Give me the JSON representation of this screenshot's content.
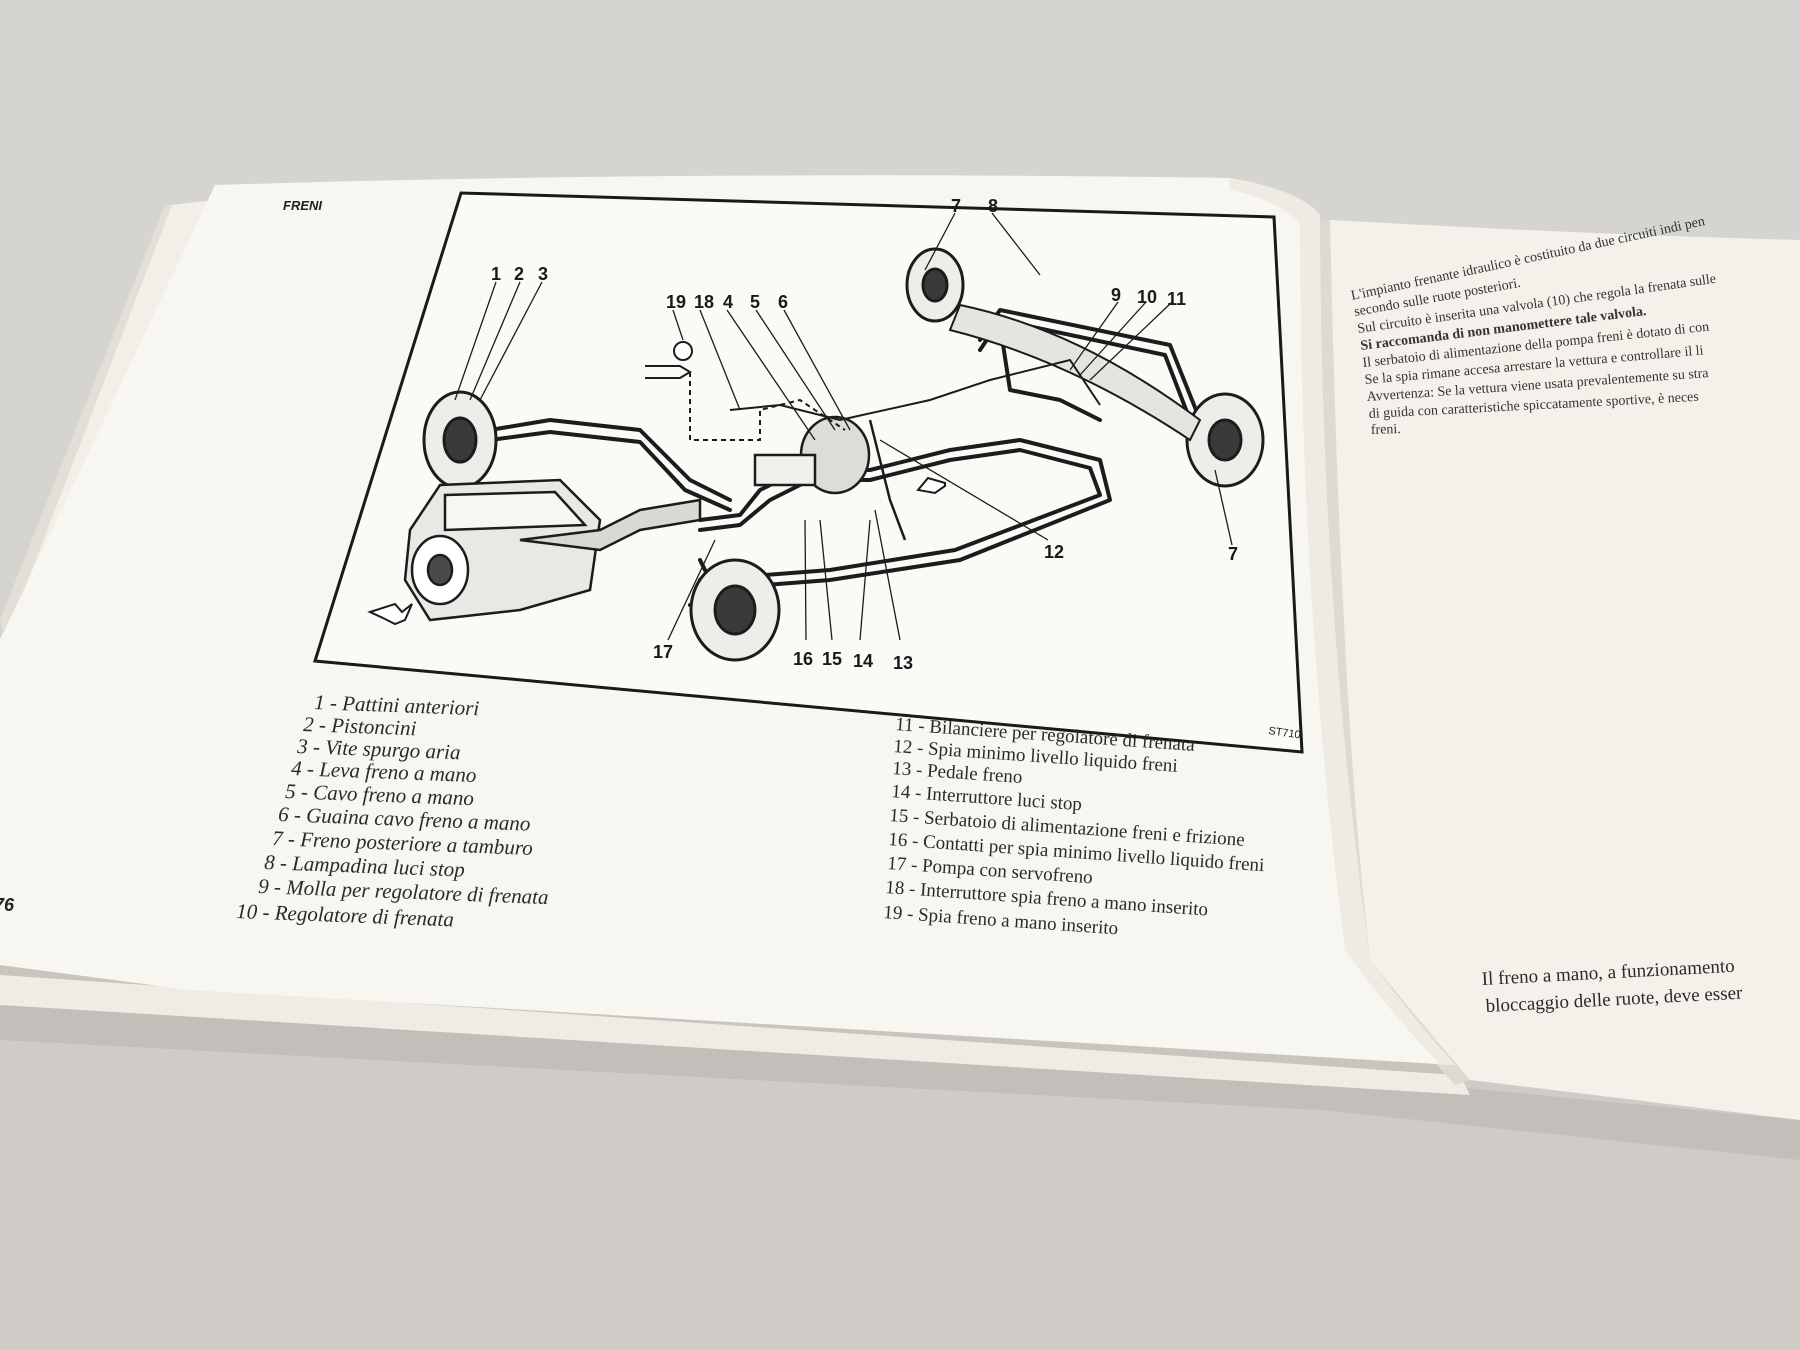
{
  "left_page": {
    "section_title": "FRENI",
    "page_number": "76",
    "figure_code": "ST710",
    "diagram_labels": [
      "1",
      "2",
      "3",
      "19",
      "18",
      "4",
      "5",
      "6",
      "7",
      "8",
      "9",
      "10",
      "11",
      "12",
      "7",
      "17",
      "16",
      "15",
      "14",
      "13"
    ],
    "legend_left": [
      "1 - Pattini anteriori",
      "2 - Pistoncini",
      "3 - Vite spurgo aria",
      "4 - Leva freno a mano",
      "5 - Cavo freno a mano",
      "6 - Guaina cavo freno a mano",
      "7 - Freno posteriore a tamburo",
      "8 - Lampadina luci stop",
      "9 - Molla per regolatore di frenata",
      "10 - Regolatore di frenata"
    ],
    "legend_right": [
      "11 - Bilanciere per regolatore di frenata",
      "12 - Spia minimo livello liquido freni",
      "13 - Pedale freno",
      "14 - Interruttore luci stop",
      "15 - Serbatoio di alimentazione freni e frizione",
      "16 - Contatti per spia minimo livello liquido freni",
      "17 - Pompa con servofreno",
      "18 - Interruttore spia freno a mano inserito",
      "19 - Spia freno a mano inserito"
    ]
  },
  "right_page": {
    "lines": [
      "L'impianto frenante idraulico è costituito da due circuiti indi pen",
      "secondo sulle ruote posteriori.",
      "Sul circuito è inserita una valvola (10) che regola la frenata sulle",
      "Si raccomanda di non manomettere tale valvola.",
      "Il serbatoio di alimentazione della pompa freni è dotato di con",
      "Se la spia rimane accesa arrestare la vettura e controllare il li",
      "Avvertenza: Se la vettura viene usata prevalentemente su stra",
      "di guida con caratteristiche spiccatamente sportive, è neces",
      "freni."
    ],
    "bottom_lines": [
      "Il freno a mano, a funzionamento",
      "bloccaggio delle ruote, deve esser"
    ]
  }
}
